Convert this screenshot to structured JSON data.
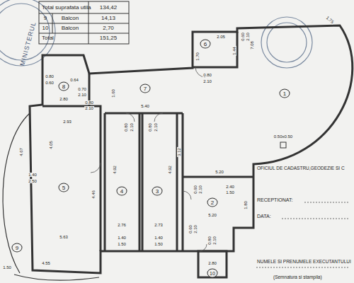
{
  "diagram": {
    "labels": [
      "Total suprafata utila",
      "134,42",
      "9",
      "Balcon",
      "14,13",
      "10",
      "Balcon",
      "2,70",
      "Total",
      "151,25",
      "MINISTERUL",
      "8",
      "0.80",
      "0.60",
      "0.64",
      "0.70",
      "2.10",
      "0.80",
      "2.10",
      "2.80",
      "7",
      "1.60",
      "5.40",
      "2.93",
      "4.05",
      "4.67",
      "1.40",
      "2.50",
      "5",
      "4.46",
      "0.80",
      "2.10",
      "4.92",
      "4",
      "0.80",
      "2.10",
      "4.92",
      "3",
      "3.12",
      "5.20",
      "0.60",
      "2.10",
      "2.40",
      "1.50",
      "2",
      "5.20",
      "1.80",
      "2.76",
      "2.73",
      "1.40",
      "1.50",
      "1.40",
      "1.50",
      "0.60",
      "2.10",
      "0.80",
      "2.10",
      "5.63",
      "4.55",
      "1.50",
      "9",
      "2.80",
      "10",
      "6",
      "2.05",
      "1.70",
      "1.44",
      "0.60",
      "2.10",
      "0.80",
      "2.10",
      "7.08",
      "1.75",
      "1",
      "0.50x0.50",
      "OFICIUL DE CADASTRU,GEODEZIE SI C",
      "RECEPTIONAT:",
      "DATA:",
      "NUMELE SI PRENUMELE EXECUTANTULUI",
      "(Semnatura si stampila)"
    ]
  }
}
